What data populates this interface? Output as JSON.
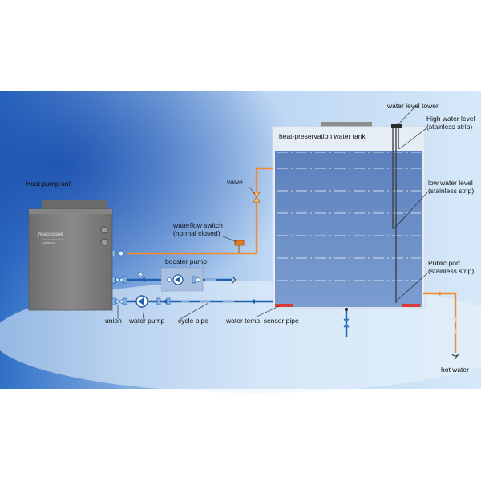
{
  "labels": {
    "heat_pump_unit": "Heat pump unit",
    "brand": "heacoolsee",
    "brand_sub1": "Air Source Water Heater",
    "brand_sub2": "HCSB50/EHA",
    "valve": "valve",
    "waterflow_switch_1": "waterflow switch",
    "waterflow_switch_2": "(normal closed)",
    "booster_pump": "booster pump",
    "union": "union",
    "water_pump": "water pump",
    "cycle_pipe": "cycle pipe",
    "sensor_pipe": "water temp. sensor pipe",
    "tank": "heat-preservation water tank",
    "level_tower": "water level tower",
    "high_level_1": "High water level",
    "high_level_2": "(stainless strip)",
    "low_level_1": "low water level",
    "low_level_2": "(stainless strip)",
    "public_port_1": "Public port",
    "public_port_2": "(stainless strip)",
    "hot_water": "hot water"
  },
  "colors": {
    "hot_pipe": "#f28a2e",
    "cold_pipe": "#1f5fae",
    "tank_water": "#6b8fc4",
    "unit_body": "#7b7b7b",
    "sensor": "#d93a3a"
  },
  "icons": {
    "pump": "pump-icon",
    "valve": "valve-icon",
    "union": "union-icon",
    "switch": "flow-switch-icon",
    "motor": "motor-icon"
  }
}
